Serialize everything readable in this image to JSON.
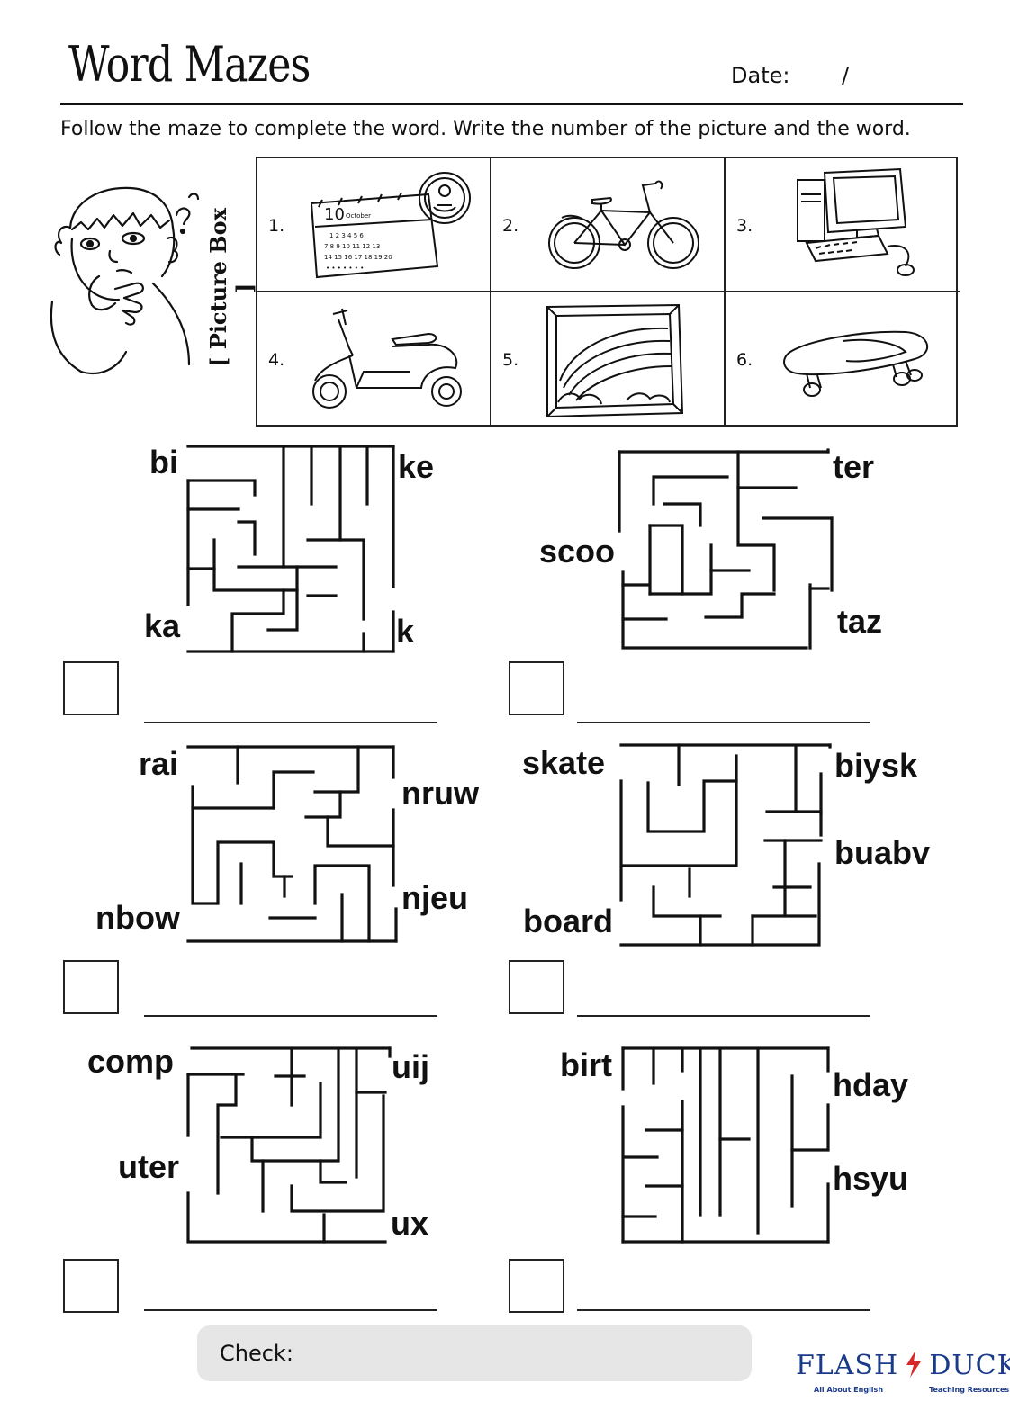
{
  "header": {
    "title": "Word Mazes",
    "date_label": "Date:",
    "date_slash": "/"
  },
  "instructions": "Follow the maze to complete the word. Write the number of the picture and the word.",
  "picture_box": {
    "label": "[ Picture Box ]",
    "items": [
      {
        "number": "1.",
        "icon": "calendar-icon"
      },
      {
        "number": "2.",
        "icon": "bicycle-icon"
      },
      {
        "number": "3.",
        "icon": "computer-icon"
      },
      {
        "number": "4.",
        "icon": "scooter-icon"
      },
      {
        "number": "5.",
        "icon": "rainbow-picture-icon"
      },
      {
        "number": "6.",
        "icon": "skateboard-icon"
      }
    ]
  },
  "mazes": [
    {
      "start": "bi",
      "endings": [
        "ke",
        "ka",
        "k"
      ]
    },
    {
      "start": "scoo",
      "endings": [
        "ter",
        "taz"
      ]
    },
    {
      "start": "rai",
      "endings": [
        "nruw",
        "njeu",
        "nbow"
      ]
    },
    {
      "start": "skate",
      "endings": [
        "biysk",
        "buabv",
        "board"
      ]
    },
    {
      "start": "comp",
      "endings": [
        "uij",
        "uter",
        "ux"
      ]
    },
    {
      "start": "birt",
      "endings": [
        "hday",
        "hsyu"
      ]
    }
  ],
  "footer": {
    "check_label": "Check:",
    "logo_main_left": "FLASH",
    "logo_main_right": "DUCK",
    "logo_sub_left": "All About English",
    "logo_sub_right": "Teaching Resources"
  }
}
